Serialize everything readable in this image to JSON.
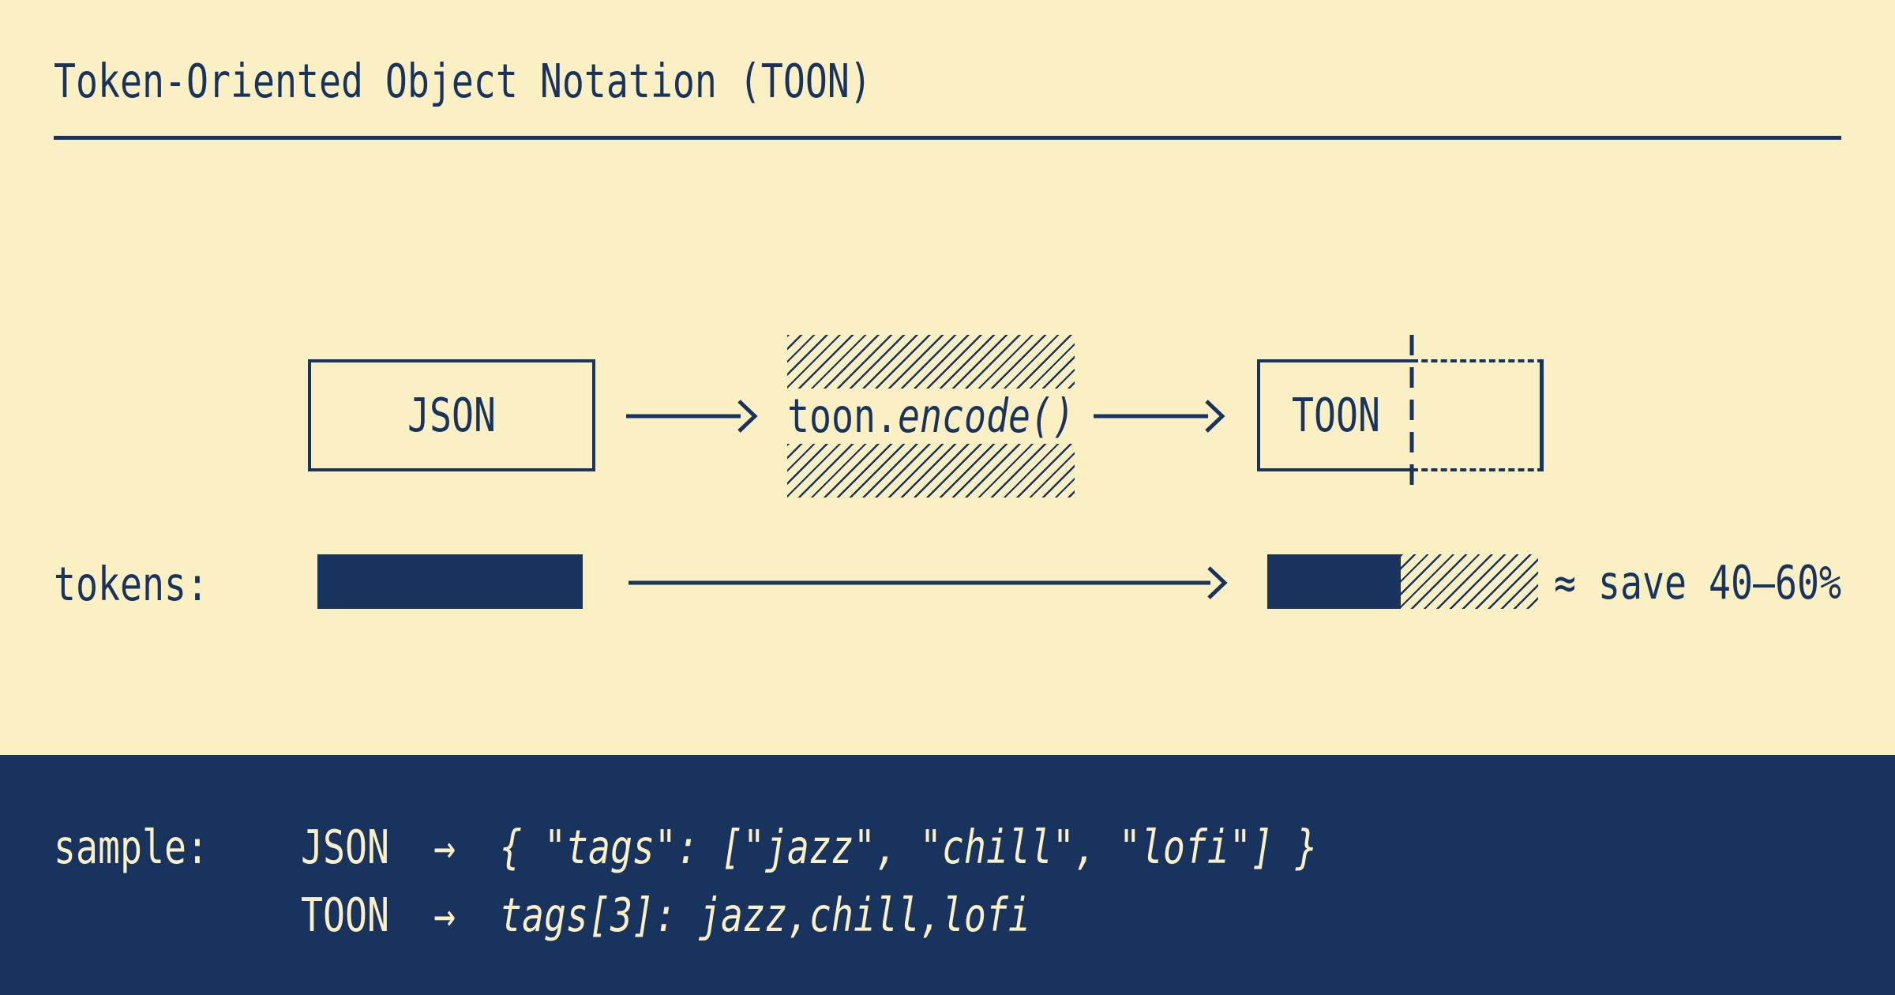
{
  "colors": {
    "navy": "#17335E",
    "cream": "#FBF0C4"
  },
  "header": {
    "title": "Token-Oriented Object Notation (TOON)"
  },
  "diagram": {
    "input_box_label": "JSON",
    "encoder": {
      "plain": "toon.",
      "italic": "encode()"
    },
    "output_box_label": "TOON"
  },
  "tokens_row": {
    "label": "tokens:",
    "savings_note": "≈ save 40–60%"
  },
  "sample": {
    "label": "sample:",
    "rows": [
      {
        "format": "JSON",
        "separator": "  →  ",
        "code": "{ \"tags\": [\"jazz\", \"chill\", \"lofi\"] }"
      },
      {
        "format": "TOON",
        "separator": "  →  ",
        "code": "tags[3]: jazz,chill,lofi"
      }
    ]
  }
}
